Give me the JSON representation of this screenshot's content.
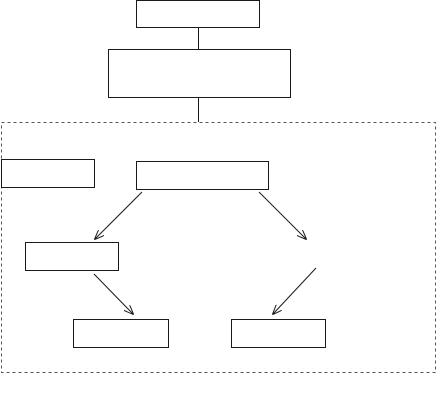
{
  "diagram": {
    "type": "flowchart",
    "line_color": "#1a1a1a",
    "frame_color": "#555555",
    "nodes": [
      {
        "id": "top",
        "label": ""
      },
      {
        "id": "second",
        "label": ""
      },
      {
        "id": "side-left",
        "label": ""
      },
      {
        "id": "center",
        "label": ""
      },
      {
        "id": "mid-left",
        "label": ""
      },
      {
        "id": "bottom-left",
        "label": ""
      },
      {
        "id": "bottom-right",
        "label": ""
      }
    ],
    "edges": [
      {
        "from": "top",
        "to": "second",
        "arrow": false
      },
      {
        "from": "second",
        "to": "group-frame",
        "arrow": false
      },
      {
        "from": "center",
        "to": "mid-left",
        "arrow": true
      },
      {
        "from": "center",
        "to": "right-open-end",
        "arrow": true
      },
      {
        "from": "mid-left",
        "to": "bottom-left",
        "arrow": true
      },
      {
        "from": "right-open-start",
        "to": "bottom-right",
        "arrow": true
      }
    ]
  }
}
